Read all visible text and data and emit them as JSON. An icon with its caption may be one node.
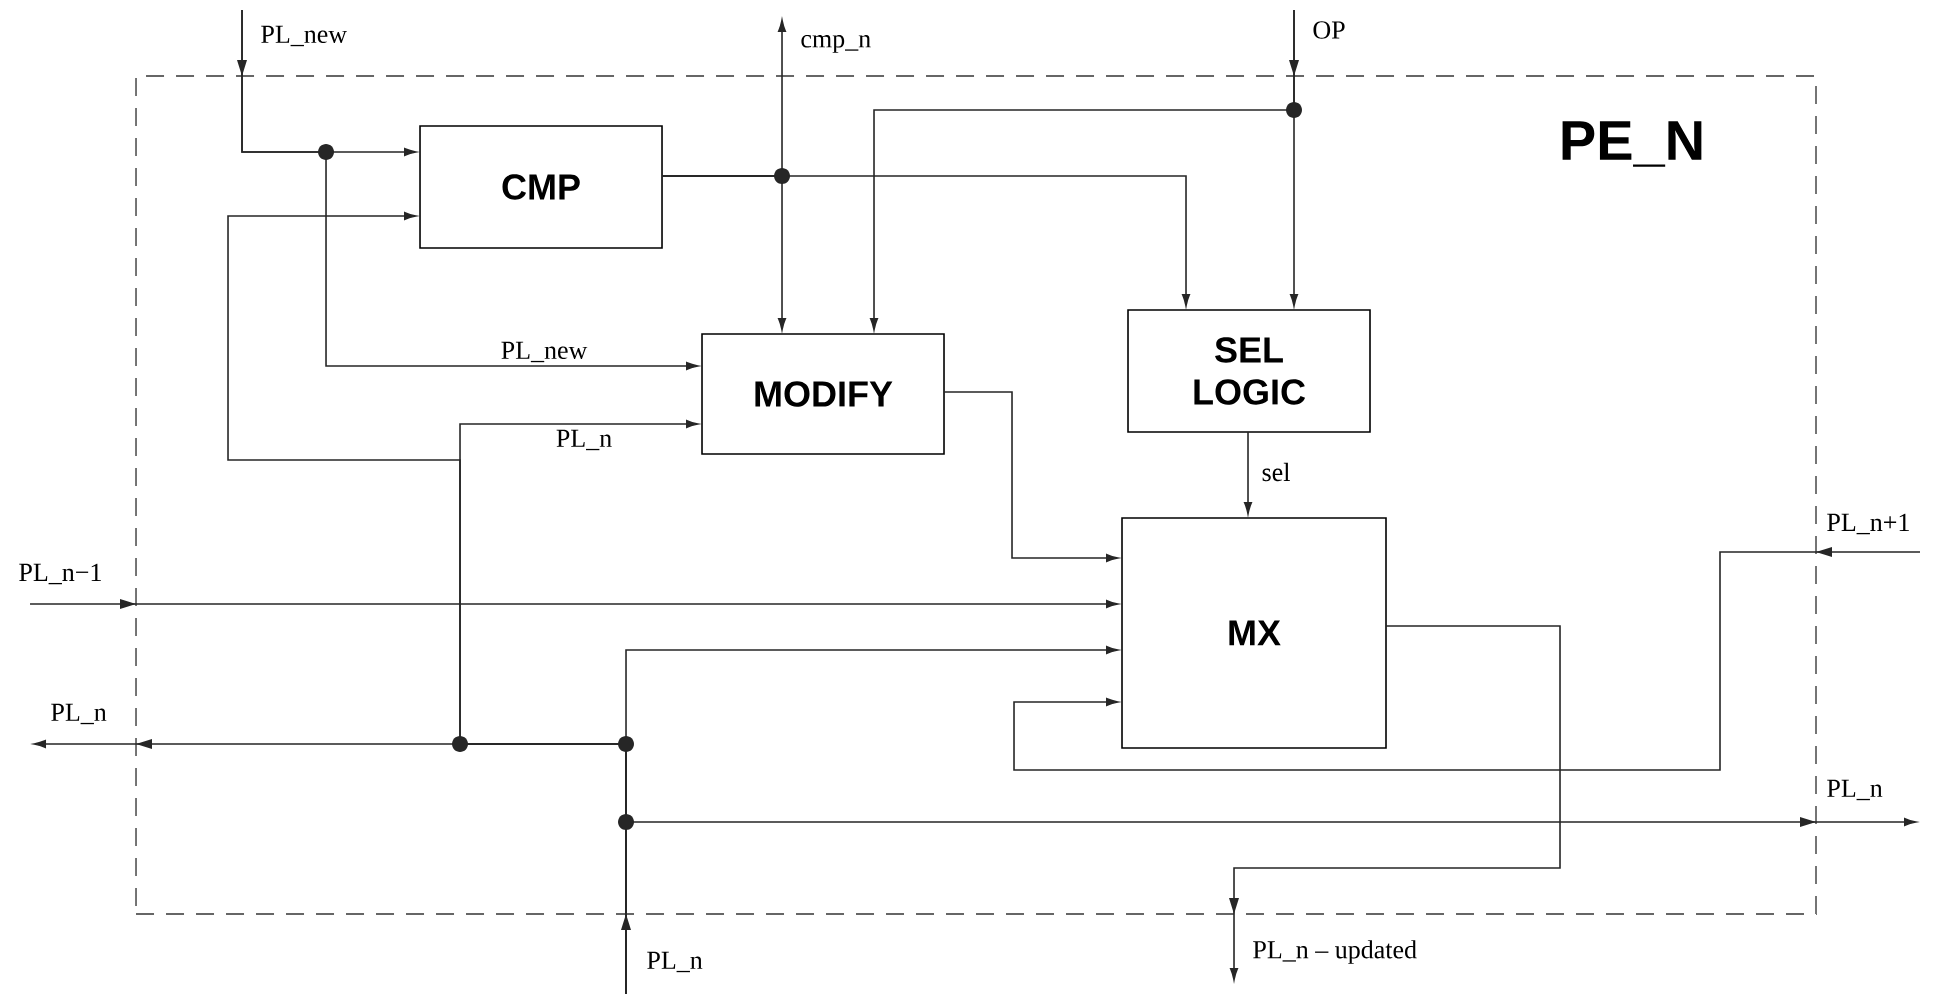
{
  "diagram": {
    "nodes": [
      {
        "text": [
          "PE_N"
        ]
      },
      {
        "text": [
          "CMP"
        ],
        "in": 0
      },
      {
        "text": [
          "MODIFY"
        ],
        "in": 0
      },
      {
        "text": [
          "SEL LOGIC"
        ],
        "in": 0
      },
      {
        "text": [
          "MX"
        ],
        "in": 0
      },
      {
        "text": [
          "PL_new"
        ]
      },
      {
        "text": [
          "cmp_n"
        ]
      },
      {
        "text": [
          "OP"
        ]
      },
      {
        "text": [
          "PL_n−1"
        ]
      },
      {
        "text": [
          "PL_n"
        ]
      },
      {
        "text": [
          "PL_n+1"
        ]
      },
      {
        "text": [
          "PL_n"
        ]
      },
      {
        "text": [
          "PL_n"
        ]
      },
      {
        "text": [
          "PL_n – updated"
        ]
      }
    ],
    "edges": [
      {
        "from": 5,
        "to": 1,
        "arrow": "to"
      },
      {
        "from": 5,
        "to": 2,
        "arrow": "to",
        "label": "PL_new"
      },
      {
        "from": 1,
        "to": 6,
        "arrow": "to"
      },
      {
        "from": 1,
        "to": 2,
        "arrow": "to"
      },
      {
        "from": 1,
        "to": 3,
        "arrow": "to"
      },
      {
        "from": 7,
        "to": 3,
        "arrow": "to"
      },
      {
        "from": 7,
        "to": 2,
        "arrow": "to"
      },
      {
        "from": 2,
        "to": 4,
        "arrow": "to"
      },
      {
        "from": 3,
        "to": 4,
        "arrow": "to",
        "label": "sel"
      },
      {
        "from": 8,
        "to": 4,
        "arrow": "to"
      },
      {
        "from": 12,
        "to": 9,
        "arrow": "to"
      },
      {
        "from": 12,
        "to": 1,
        "arrow": "to"
      },
      {
        "from": 12,
        "to": 2,
        "arrow": "to",
        "label": "PL_n"
      },
      {
        "from": 12,
        "to": 4,
        "arrow": "to"
      },
      {
        "from": 12,
        "to": 11,
        "arrow": "to"
      },
      {
        "from": 10,
        "to": 4,
        "arrow": "to"
      },
      {
        "from": 4,
        "to": 13,
        "arrow": "to"
      }
    ]
  }
}
